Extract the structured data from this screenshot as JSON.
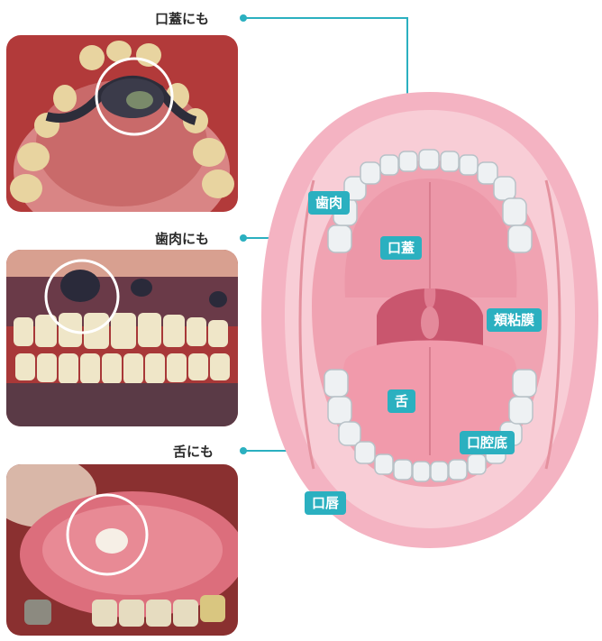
{
  "captions": {
    "palate_also": "口蓋にも",
    "gum_also": "歯肉にも",
    "tongue_also": "舌にも"
  },
  "labels": {
    "gum": "歯肉",
    "palate": "口蓋",
    "buccal_mucosa": "頬粘膜",
    "tongue": "舌",
    "floor_of_mouth": "口腔底",
    "lip": "口唇"
  },
  "colors": {
    "accent": "#2bb0c0",
    "mouth_pink": "#f2a6b6",
    "mouth_light": "#f8cdd6"
  }
}
